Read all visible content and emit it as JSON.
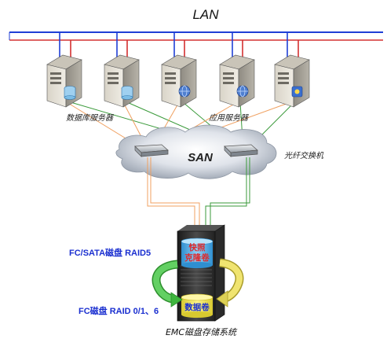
{
  "diagram": {
    "lan_label": "LAN",
    "san_label": "SAN",
    "db_server_label": "数据库服务器",
    "app_server_label": "应用服务器",
    "fc_switch_label": "光纤交换机",
    "storage_label": "EMC磁盘存储系统",
    "snapshot_label_line1": "快照",
    "snapshot_label_line2": "克隆卷",
    "data_volume_label": "数据卷",
    "fc_sata_label": "FC/SATA磁盘 RAID5",
    "fc_raid_label": "FC磁盘  RAID 0/1、6",
    "colors": {
      "lan_bus": "#1f3fd6",
      "lan_bus_red": "#d43030",
      "link_orange": "#f0a060",
      "link_green": "#3a9a3a",
      "raid_text": "#1a2fd0",
      "snapshot_volume": "#5ab6ea",
      "data_volume": "#f6e84a",
      "arrow_green": "#3db53d",
      "arrow_yellow": "#ddd055"
    },
    "servers": [
      {
        "name": "db-server-1",
        "icon": "database-icon"
      },
      {
        "name": "db-server-2",
        "icon": "database-icon"
      },
      {
        "name": "app-server-1",
        "icon": "globe-icon"
      },
      {
        "name": "app-server-2",
        "icon": "globe-icon"
      },
      {
        "name": "app-server-3",
        "icon": "app-icon"
      }
    ]
  }
}
